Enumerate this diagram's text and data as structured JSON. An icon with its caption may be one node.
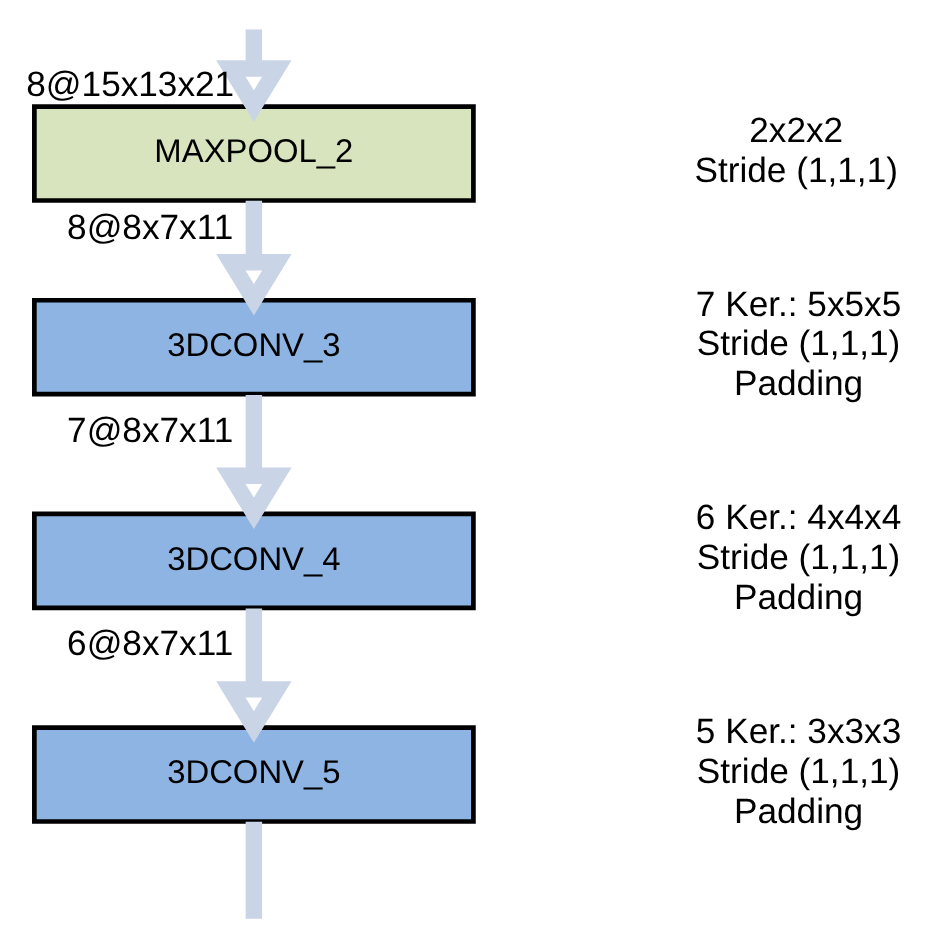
{
  "diagram": {
    "nodes": [
      {
        "text": [
          "MAXPOOL_2"
        ],
        "beside": [
          "2x2x2",
          "Stride (1,1,1)"
        ]
      },
      {
        "text": [
          "3DCONV_3"
        ],
        "beside": [
          "7 Ker.: 5x5x5",
          "Stride (1,1,1)",
          "Padding"
        ]
      },
      {
        "text": [
          "3DCONV_4"
        ],
        "beside": [
          "6 Ker.: 4x4x4",
          "Stride (1,1,1)",
          "Padding"
        ]
      },
      {
        "text": [
          "3DCONV_5"
        ],
        "beside": [
          "5 Ker.: 3x3x3",
          "Stride (1,1,1)",
          "Padding"
        ]
      }
    ],
    "edges": [
      {
        "from": null,
        "to": 0,
        "arrow": "to",
        "label": "8@15x13x21"
      },
      {
        "from": 0,
        "to": 1,
        "arrow": "to",
        "label": "8@8x7x11"
      },
      {
        "from": 1,
        "to": 2,
        "arrow": "to",
        "label": "7@8x7x11"
      },
      {
        "from": 2,
        "to": 3,
        "arrow": "to",
        "label": "6@8x7x11"
      },
      {
        "from": 3,
        "to": null,
        "arrow": "none"
      }
    ]
  }
}
